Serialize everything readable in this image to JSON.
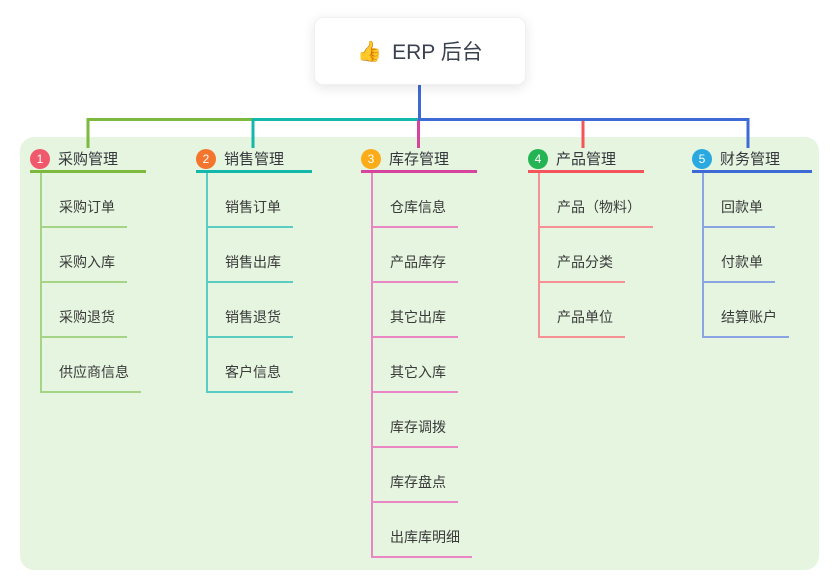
{
  "root": {
    "icon_char": "👍",
    "label": "ERP 后台"
  },
  "panel": {
    "background": "#e5f5e0"
  },
  "connectors": {
    "root_color": "#4a6bdb"
  },
  "branches": [
    {
      "badge": "1",
      "badge_color": "#f0586b",
      "label": "采购管理",
      "line_color": "#7cb93e",
      "child_line_color": "#a6d486",
      "children": [
        "采购订单",
        "采购入库",
        "采购退货",
        "供应商信息"
      ]
    },
    {
      "badge": "2",
      "badge_color": "#f4762e",
      "label": "销售管理",
      "line_color": "#14b8aa",
      "child_line_color": "#5accc1",
      "children": [
        "销售订单",
        "销售出库",
        "销售退货",
        "客户信息"
      ]
    },
    {
      "badge": "3",
      "badge_color": "#fbac18",
      "label": "库存管理",
      "line_color": "#d6449d",
      "child_line_color": "#ea86c3",
      "children": [
        "仓库信息",
        "产品库存",
        "其它出库",
        "其它入库",
        "库存调拨",
        "库存盘点",
        "出库库明细"
      ]
    },
    {
      "badge": "4",
      "badge_color": "#24b454",
      "label": "产品管理",
      "line_color": "#f4555b",
      "child_line_color": "#f79095",
      "children": [
        "产品（物料）",
        "产品分类",
        "产品单位"
      ]
    },
    {
      "badge": "5",
      "badge_color": "#29a9e0",
      "label": "财务管理",
      "line_color": "#3e6ad6",
      "child_line_color": "#8ba3e2",
      "children": [
        "回款单",
        "付款单",
        "结算账户"
      ]
    }
  ]
}
